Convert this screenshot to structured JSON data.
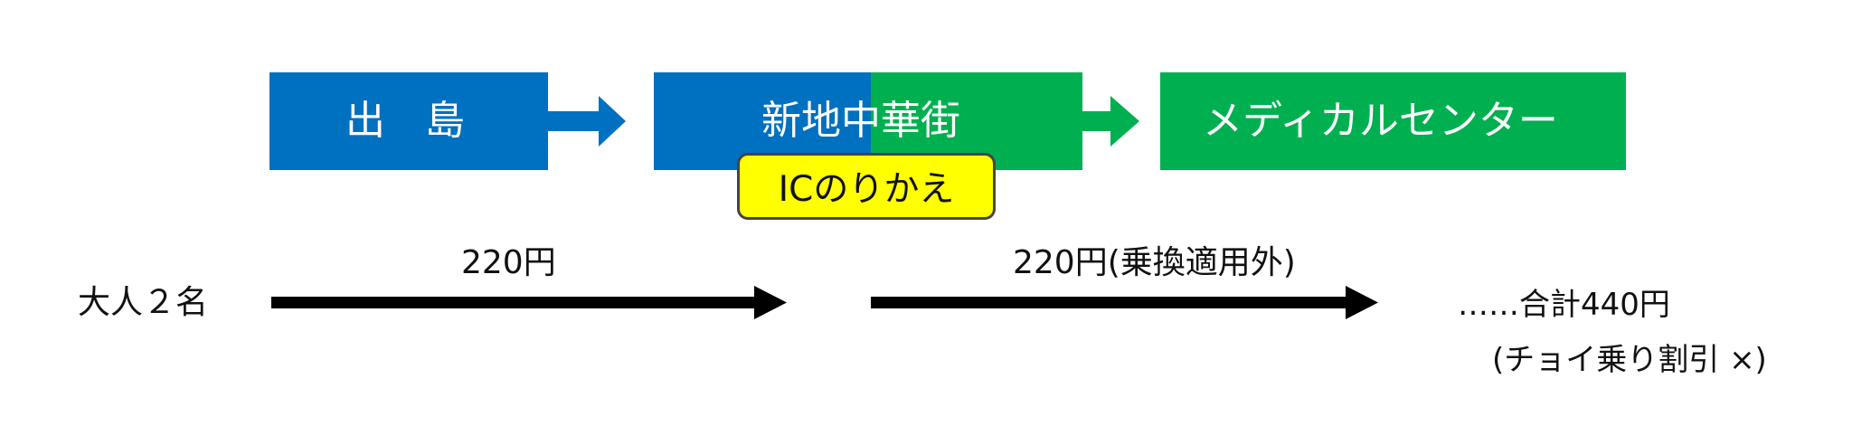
{
  "stations": {
    "dejima": "出　島",
    "shinchi": "新地中華街",
    "medical": "メディカルセンター"
  },
  "transfer_badge": "ICのりかえ",
  "passengers": "大人２名",
  "fares": {
    "leg1": "220円",
    "leg2": "220円(乗換適用外)"
  },
  "total": {
    "line": "……合計440円",
    "discount_note": "(チョイ乗り割引 ×)"
  },
  "colors": {
    "tram_blue": "#0070c0",
    "tram_green": "#00b050",
    "badge_yellow": "#ffff00",
    "arrow_black": "#000000"
  }
}
